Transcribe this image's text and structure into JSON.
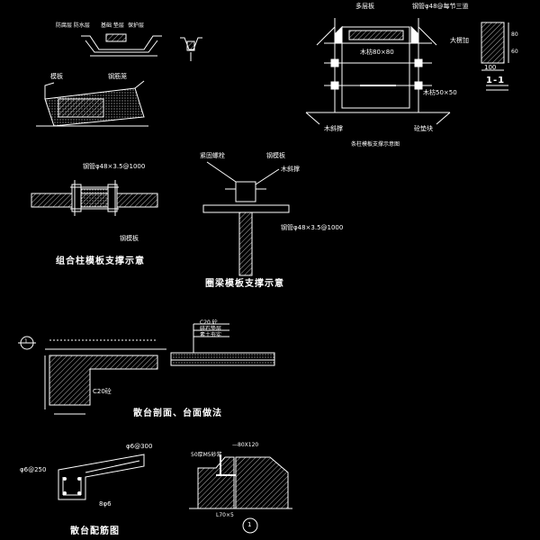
{
  "labels": {
    "top_left_1": "防腐层 防水层",
    "top_left_2": "基础 垫层",
    "top_left_3": "保护层",
    "mold_left": "模板",
    "mold_right": "钢筋笼",
    "tr_1": "多层板",
    "tr_2": "钢管φ48@每节三道",
    "tr_3": "木枋80×80",
    "tr_4": "木枋50×50",
    "tr_5": "木斜撑",
    "tr_6": "砼垫块",
    "tr_7": "条柱模板支撑示意图",
    "tr_8": "大楞加",
    "tr_9": "100",
    "tr_10": "1-1",
    "tr_11": "80",
    "tr_12": "60",
    "mid_l1": "钢管φ48×3.5@1000",
    "mid_l2": "钢模板",
    "mid_l_cap": "组合柱模板支撑示意",
    "mid_r1": "紧固螺栓",
    "mid_r2": "钢模板",
    "mid_r3": "木斜撑",
    "mid_r4": "钢管φ48×3.5@1000",
    "mid_r_cap": "圈梁模板支撑示意",
    "lr_1": "C20砼",
    "lr_2": "C20 砼",
    "lr_3": "碎石垫层",
    "lr_4": "素土夯实",
    "lr_5": "1",
    "lr_cap": "散台剖面、台面做法",
    "bot_1": "φ6@300",
    "bot_2": "φ6@250",
    "bot_3": "8φ6",
    "bot_4": "—80X120",
    "bot_5": "50厚M5砂浆",
    "bot_6": "L70×5",
    "bot_cap": "散台配筋图",
    "circle": "1"
  }
}
